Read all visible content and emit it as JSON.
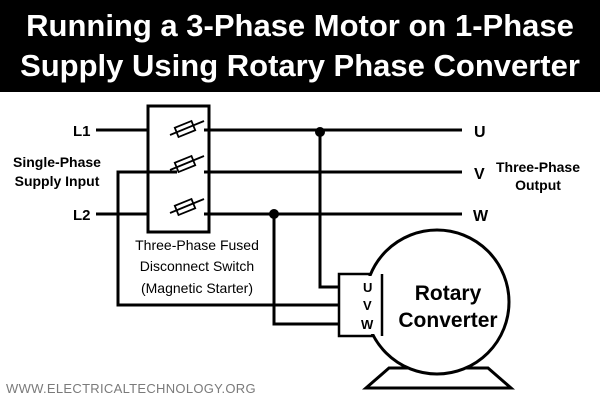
{
  "title": {
    "line1": "Running a 3-Phase Motor on 1-Phase",
    "line2": "Supply Using Rotary Phase Converter"
  },
  "supply": {
    "l1": "L1",
    "l2": "L2",
    "label_line1": "Single-Phase",
    "label_line2": "Supply Input"
  },
  "switch": {
    "caption_line1": "Three-Phase Fused",
    "caption_line2": "Disconnect Switch",
    "caption_line3": "(Magnetic Starter)"
  },
  "output": {
    "u": "U",
    "v": "V",
    "w": "W",
    "label_line1": "Three-Phase",
    "label_line2": "Output"
  },
  "converter": {
    "terminal_u": "U",
    "terminal_v": "V",
    "terminal_w": "W",
    "label_line1": "Rotary",
    "label_line2": "Converter"
  },
  "watermark": "WWW.ELECTRICALTECHNOLOGY.ORG"
}
